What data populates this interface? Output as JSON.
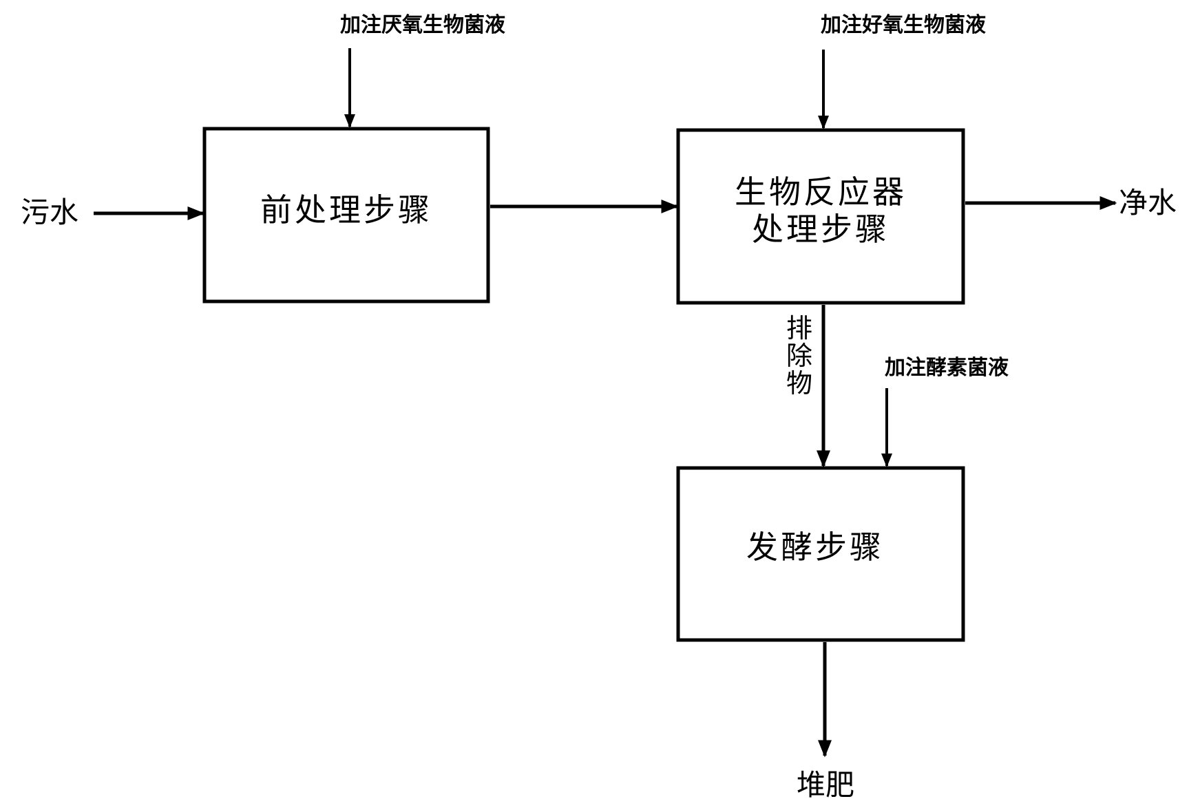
{
  "inputs": {
    "sewage": "污水",
    "anaerobic_inoculant": "加注厌氧生物菌液",
    "aerobic_inoculant": "加注好氧生物菌液",
    "enzyme_inoculant": "加注酵素菌液"
  },
  "steps": {
    "pretreatment": "前处理步骤",
    "bioreactor_line1": "生物反应器",
    "bioreactor_line2": "处理步骤",
    "fermentation": "发酵步骤"
  },
  "outputs": {
    "clean_water": "净水",
    "discharge": "排除物",
    "compost": "堆肥"
  }
}
